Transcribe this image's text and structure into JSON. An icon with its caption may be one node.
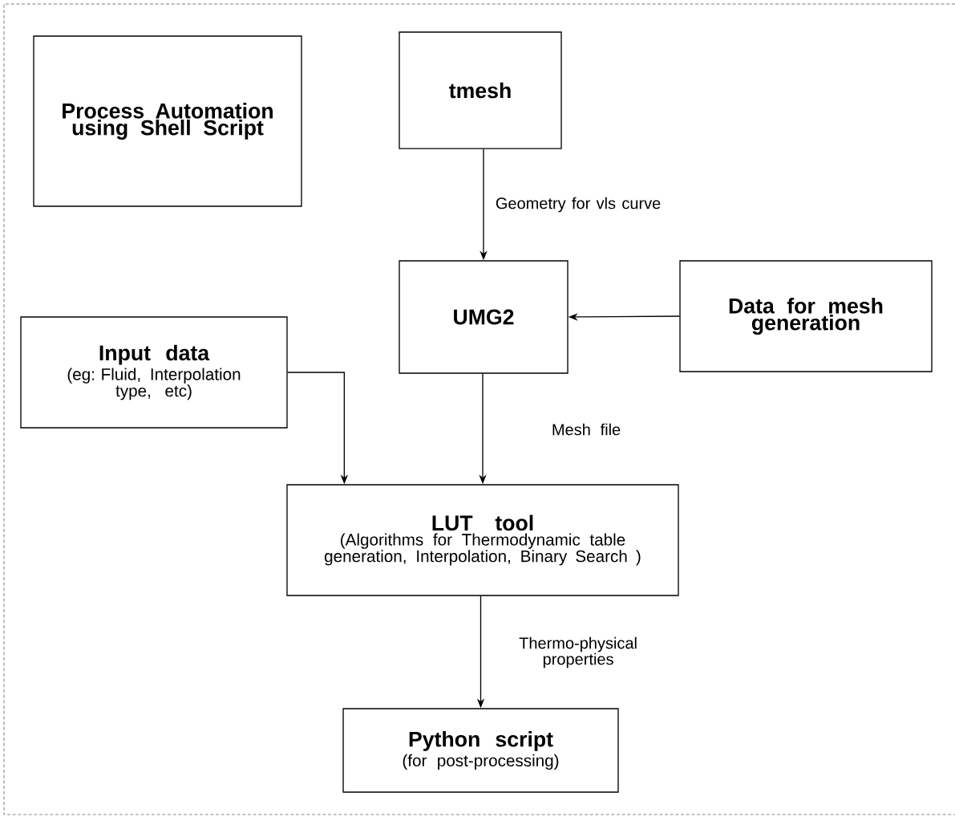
{
  "diagram": {
    "nodes": [
      {
        "text": [
          "Process Automation using Shell Script"
        ]
      },
      {
        "text": [
          "tmesh"
        ]
      },
      {
        "text": [
          "UMG2"
        ]
      },
      {
        "text": [
          "Data for mesh generation"
        ]
      },
      {
        "text": [
          "Input data",
          "(eg: Fluid, Interpolation type, etc)"
        ]
      },
      {
        "text": [
          "LUT tool",
          "(Algorithms for Thermodynamic table generation, Interpolation, Binary Search )"
        ]
      },
      {
        "text": [
          "Python script",
          "(for post-processing)"
        ]
      }
    ],
    "edges": [
      {
        "from": 1,
        "to": 2,
        "arrow": "to",
        "label": "Geometry for vls curve"
      },
      {
        "from": 3,
        "to": 2,
        "arrow": "to"
      },
      {
        "from": 2,
        "to": 5,
        "arrow": "to",
        "label": "Mesh file"
      },
      {
        "from": 4,
        "to": 5,
        "arrow": "to"
      },
      {
        "from": 5,
        "to": 6,
        "arrow": "to",
        "label": "Thermo-physical properties"
      }
    ]
  }
}
